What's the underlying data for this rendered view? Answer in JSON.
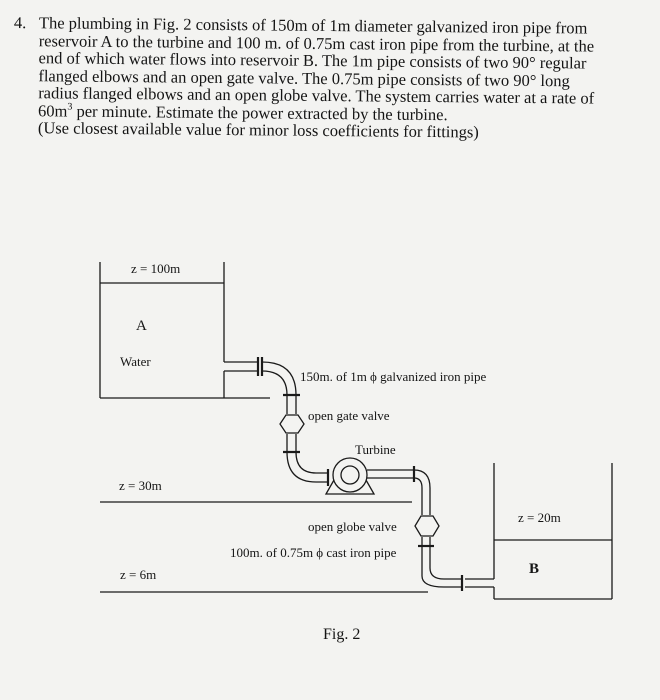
{
  "problem": {
    "number": "4.",
    "text_lines": [
      "The plumbing in Fig. 2 consists of 150m of 1m diameter galvanized iron pipe from",
      "reservoir A to the turbine and 100 m. of 0.75m cast iron pipe from the turbine, at the",
      "end of which water flows into reservoir B.  The 1m pipe consists of two 90° regular",
      "flanged elbows and an open gate valve. The 0.75m pipe consists of two 90° long",
      "radius flanged elbows and an open globe valve. The system carries water at a rate of"
    ],
    "flow_rate_prefix": "60m",
    "flow_rate_exponent": "3",
    "flow_rate_suffix": " per minute. Estimate the power extracted by the turbine.",
    "note": "(Use closest available value for minor loss coefficients for fittings)"
  },
  "figure": {
    "label_z_top": "z = 100m",
    "reservoir_a": "A",
    "water_label": "Water",
    "pipe1_label": "150m. of  1m ϕ galvanized iron pipe",
    "gate_valve_label": "open gate valve",
    "turbine_label": "Turbine",
    "label_z_mid": "z = 30m",
    "globe_valve_label": "open globe valve",
    "pipe2_label": "100m. of  0.75m ϕ cast iron pipe",
    "label_z_bottom": "z = 6m",
    "label_z_b": "z = 20m",
    "reservoir_b": "B",
    "caption": "Fig. 2"
  }
}
